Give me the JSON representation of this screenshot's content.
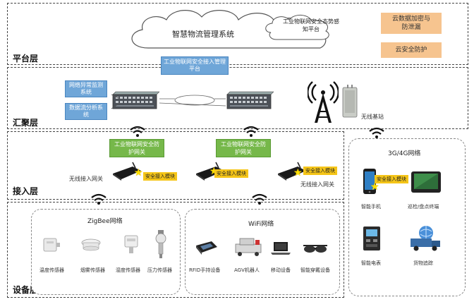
{
  "layers": {
    "platform": "平台层",
    "aggregation": "汇聚层",
    "access": "接入层",
    "device": "设备层"
  },
  "platform": {
    "cloud_main": "智慧物流管理系统",
    "cloud_sub": "工业物联网安全态势感知平台",
    "encrypt_box": "云数据加密与防泄漏",
    "cloud_security_box": "云安全防护",
    "access_mgmt_box": "工业物联网安全接入管理平台"
  },
  "aggregation": {
    "anomaly_box": "网络异常监测系统",
    "flow_box": "数据流分析系统",
    "base_station": "无线基站"
  },
  "access": {
    "gateway_boxes": [
      "工业物联网安全防护网关",
      "工业物联网安全防护网关"
    ],
    "wireless_gateway": "无线接入网关",
    "secure_module": "安全接入模块"
  },
  "mobile": {
    "title": "3G/4G网络",
    "secure_module": "安全接入模块",
    "devices": [
      "智能手机",
      "巡检/盘点终端",
      "智能电表",
      "货物追踪"
    ]
  },
  "zigbee": {
    "title": "ZigBee网络",
    "sensors": [
      "温度传感器",
      "烟雾传感器",
      "湿度传感器",
      "压力传感器"
    ]
  },
  "wifi": {
    "title": "WiFi网络",
    "devices": [
      "RFID手持设备",
      "AGV机器人",
      "移动设备",
      "智能穿戴设备"
    ]
  },
  "colors": {
    "blue": "#6fa6d8",
    "green": "#76b84a",
    "orange": "#f6c48f",
    "yellow": "#f5c518"
  }
}
